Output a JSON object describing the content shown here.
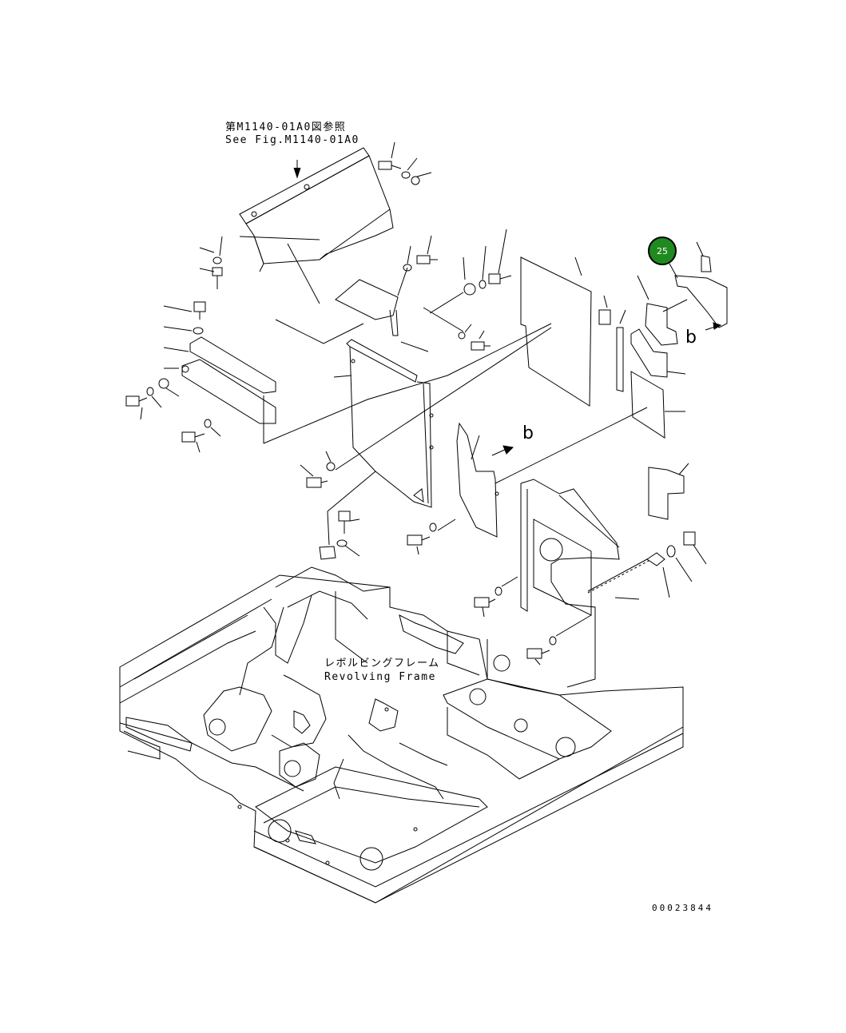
{
  "diagram": {
    "ref_note_jp": "第M1140-01A0図参照",
    "ref_note_en": "See Fig.M1140-01A0",
    "frame_label_jp": "レボルビングフレーム",
    "frame_label_en": "Revolving Frame",
    "drawing_number": "00023844",
    "callout_number": "25",
    "callout_color": "#1f8a1f",
    "view_marker": "b"
  }
}
